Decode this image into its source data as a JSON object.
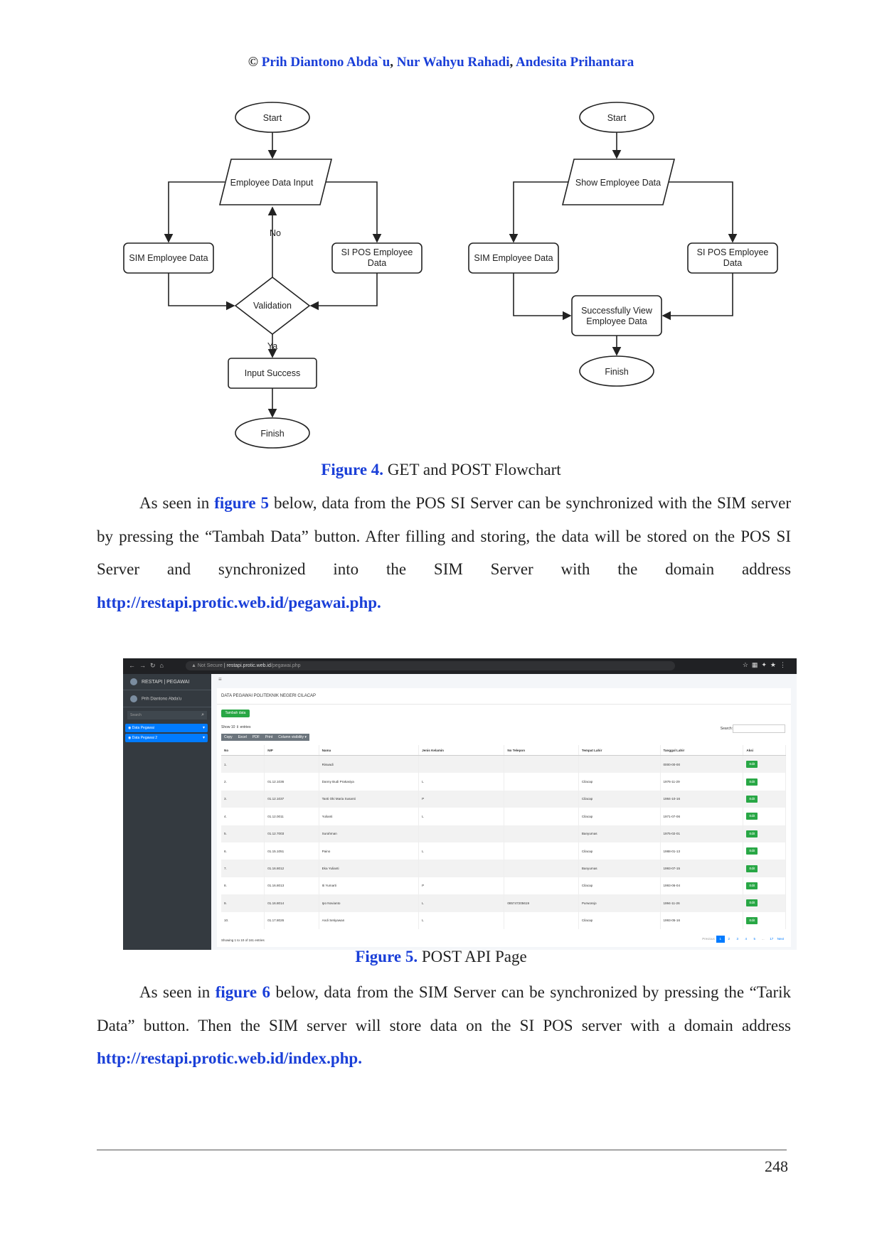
{
  "header": {
    "copyright": "©",
    "authors": [
      "Prih Diantono Abda`u",
      "Nur Wahyu Rahadi",
      "Andesita Prihantara"
    ]
  },
  "flowchart_left": {
    "start": "Start",
    "input": "Employee Data Input",
    "sim": "SIM Employee Data",
    "sipos_line1": "SI POS Employee",
    "sipos_line2": "Data",
    "no": "No",
    "validation": "Validation",
    "ya": "Ya",
    "success": "Input Success",
    "finish": "Finish"
  },
  "flowchart_right": {
    "start": "Start",
    "show": "Show Employee Data",
    "sim": "SIM Employee Data",
    "sipos_line1": "SI POS Employee",
    "sipos_line2": "Data",
    "view_line1": "Successfully View",
    "view_line2": "Employee Data",
    "finish": "Finish"
  },
  "figure4": {
    "label": "Figure 4.",
    "text": " GET and POST Flowchart"
  },
  "para1": {
    "a": "As seen in ",
    "ref": "figure 5",
    "b": " below, data from the POS SI Server can be synchronized with the SIM server by pressing the “Tambah Data” button. After filling and storing, the data will be stored on the POS SI Server and synchronized into the SIM Server with the domain address ",
    "url": "http://restapi.protic.web.id/pegawai.php."
  },
  "screenshot": {
    "not_secure": "Not Secure",
    "url_host": "restapi.protic.web.id",
    "url_path": "/pegawai.php",
    "brand": "RESTAPI | PEGAWAI",
    "user": "Prih Diantono Abda'u",
    "sidebar_search": "Search",
    "menu": [
      "Data Pegawai",
      "Data Pegawai 2"
    ],
    "title": "DATA PEGAWAI POLITEKNIK NEGERI CILACAP",
    "add_button": "Tambah data",
    "show_label": "Show",
    "show_value": "10",
    "entries_label": "entries",
    "export_buttons": [
      "Copy",
      "Excel",
      "PDF",
      "Print",
      "Column visibility ▾"
    ],
    "search_label": "Search:",
    "columns": [
      "No",
      "NIP",
      "Nama",
      "Jenis Kelamin",
      "No Telepon",
      "Tempat Lahir",
      "Tanggal Lahir",
      "Aksi"
    ],
    "rows": [
      [
        "1.",
        "",
        "Riswadi",
        "",
        "",
        "",
        "0000-00-00"
      ],
      [
        "2.",
        "01.12.1036",
        "Danny Budi Prakasiya",
        "L",
        "",
        "Cilacap",
        "1976-11-29"
      ],
      [
        "3.",
        "01.12.1037",
        "Tanti Oki Maria Susanti",
        "P",
        "",
        "Cilacap",
        "1984-10-16"
      ],
      [
        "4.",
        "01.12.0011",
        "Yulianti",
        "L",
        "",
        "Cilacap",
        "1971-07-06"
      ],
      [
        "5.",
        "01.12.7003",
        "Surahman",
        "",
        "",
        "Banyumas",
        "1975-02-01"
      ],
      [
        "6.",
        "01.15.1051",
        "Paino",
        "L",
        "",
        "Cilacap",
        "1988-01-13"
      ],
      [
        "7.",
        "01.16.8012",
        "Eka Yulianti",
        "",
        "",
        "Banyumas",
        "1993-07-15"
      ],
      [
        "8.",
        "01.16.8013",
        "Iti Yumarti",
        "P",
        "",
        "Cilacap",
        "1993-06-04"
      ],
      [
        "9.",
        "01.16.8014",
        "Ipo Novianto",
        "L",
        "085747205619",
        "Purworejo",
        "1994-11-26"
      ],
      [
        "10.",
        "01.17.8026",
        "Andi Setiyawan",
        "L",
        "",
        "Cilacap",
        "1993-05-16"
      ]
    ],
    "edit_label": "Edit",
    "showing": "Showing 1 to 10 of 161 entries",
    "pager": [
      "Previous",
      "1",
      "2",
      "3",
      "4",
      "5",
      "...",
      "17",
      "Next"
    ]
  },
  "figure5": {
    "label": "Figure 5.",
    "text": " POST API Page"
  },
  "para2": {
    "a": "As seen in ",
    "ref": "figure 6",
    "b": " below, data from the SIM Server can be synchronized by pressing the “Tarik Data” button. Then the SIM server will store data on the SI POS server with a domain address ",
    "url": "http://restapi.protic.web.id/index.php."
  },
  "page_number": "248"
}
